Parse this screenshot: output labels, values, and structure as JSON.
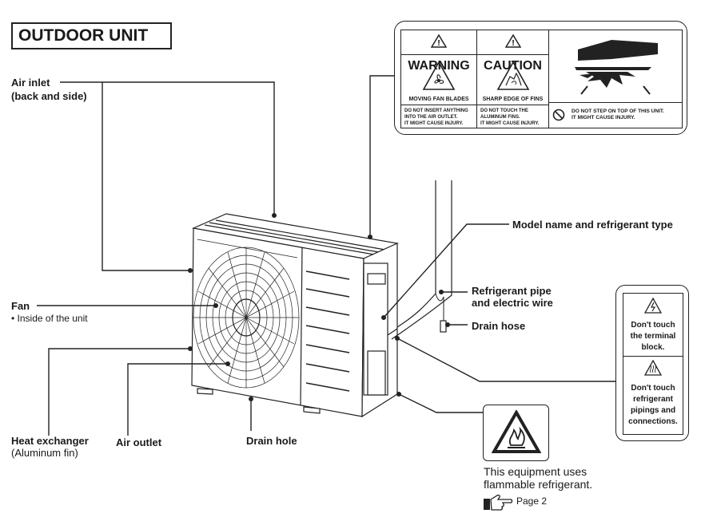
{
  "title": "OUTDOOR UNIT",
  "labels": {
    "air_inlet": "Air inlet",
    "air_inlet_sub": "(back and side)",
    "fan": "Fan",
    "fan_sub": "• Inside of the unit",
    "heat_exchanger": "Heat exchanger",
    "heat_exchanger_sub": "(Aluminum fin)",
    "air_outlet": "Air outlet",
    "drain_hole": "Drain hole",
    "model_name": "Model name and refrigerant type",
    "refrigerant_pipe_1": "Refrigerant pipe",
    "refrigerant_pipe_2": "and electric wire",
    "drain_hose": "Drain hose"
  },
  "warning_label": {
    "warning_title": "WARNING",
    "warning_sub": "MOVING FAN BLADES",
    "warning_text_1": "DO NOT INSERT ANYTHING",
    "warning_text_2": "INTO THE AIR OUTLET.",
    "warning_text_3": "IT MIGHT CAUSE INJURY.",
    "caution_title": "CAUTION",
    "caution_sub": "SHARP EDGE OF FINS",
    "caution_text_1": "DO NOT TOUCH THE",
    "caution_text_2": "ALUMINUM FINS.",
    "caution_text_3": "IT MIGHT CAUSE INJURY.",
    "step_text_1": "DO NOT STEP ON TOP OF THIS UNIT.",
    "step_text_2": "IT MIGHT CAUSE INJURY."
  },
  "terminal_label": {
    "text_1": "Don't touch",
    "text_2": "the terminal",
    "text_3": "block.",
    "text_4": "Don't touch",
    "text_5": "refrigerant",
    "text_6": "pipings and",
    "text_7": "connections."
  },
  "flammable": {
    "line_1": "This equipment uses",
    "line_2": "flammable refrigerant.",
    "page_ref": "Page 2"
  },
  "icons": [
    "warning-triangle-icon",
    "fan-blade-icon",
    "sharp-fin-icon",
    "no-step-icon",
    "electric-shock-icon",
    "hot-surface-icon",
    "flame-icon",
    "pointing-hand-icon"
  ]
}
